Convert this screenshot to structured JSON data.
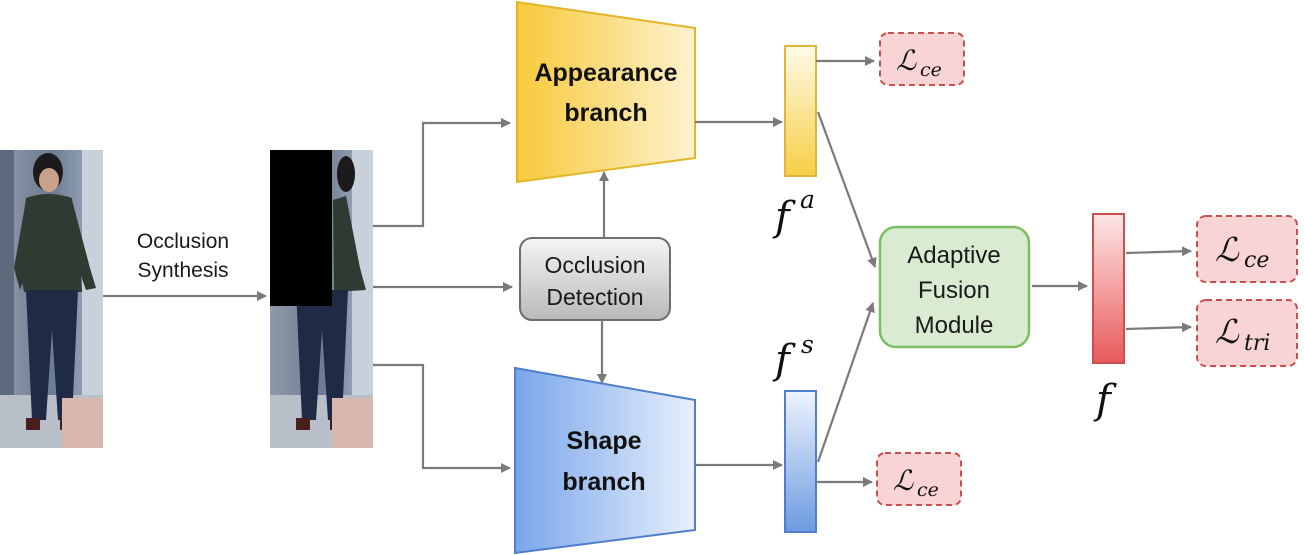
{
  "colors": {
    "appearance": "#f7c93d",
    "shape": "#7fa8e8",
    "occlusion_box": "#d9d9d9",
    "fusion_fill": "#d9ecd2",
    "fusion_stroke": "#7cbf63",
    "loss_fill": "#f8d4d4",
    "loss_stroke": "#c9504f",
    "final_feature": "#ea6a6a",
    "arrow": "#7a7a7a"
  },
  "input": {
    "step_label_line1": "Occlusion",
    "step_label_line2": "Synthesis"
  },
  "occlusion_detection": {
    "line1": "Occlusion",
    "line2": "Detection"
  },
  "appearance_branch": {
    "line1": "Appearance",
    "line2": "branch"
  },
  "shape_branch": {
    "line1": "Shape",
    "line2": "branch"
  },
  "fusion": {
    "line1": "Adaptive",
    "line2": "Fusion",
    "line3": "Module"
  },
  "features": {
    "appearance": {
      "base": "f",
      "sup": "a"
    },
    "shape": {
      "base": "f",
      "sup": "s"
    },
    "fused": {
      "base": "f"
    }
  },
  "losses": {
    "appearance_ce": {
      "base": "ℒ",
      "sub": "ce"
    },
    "shape_ce": {
      "base": "ℒ",
      "sub": "ce"
    },
    "fused_ce": {
      "base": "ℒ",
      "sub": "ce"
    },
    "fused_tri": {
      "base": "ℒ",
      "sub": "tri"
    }
  },
  "icons": [
    "person-photo",
    "occluded-person-photo",
    "arrow"
  ]
}
